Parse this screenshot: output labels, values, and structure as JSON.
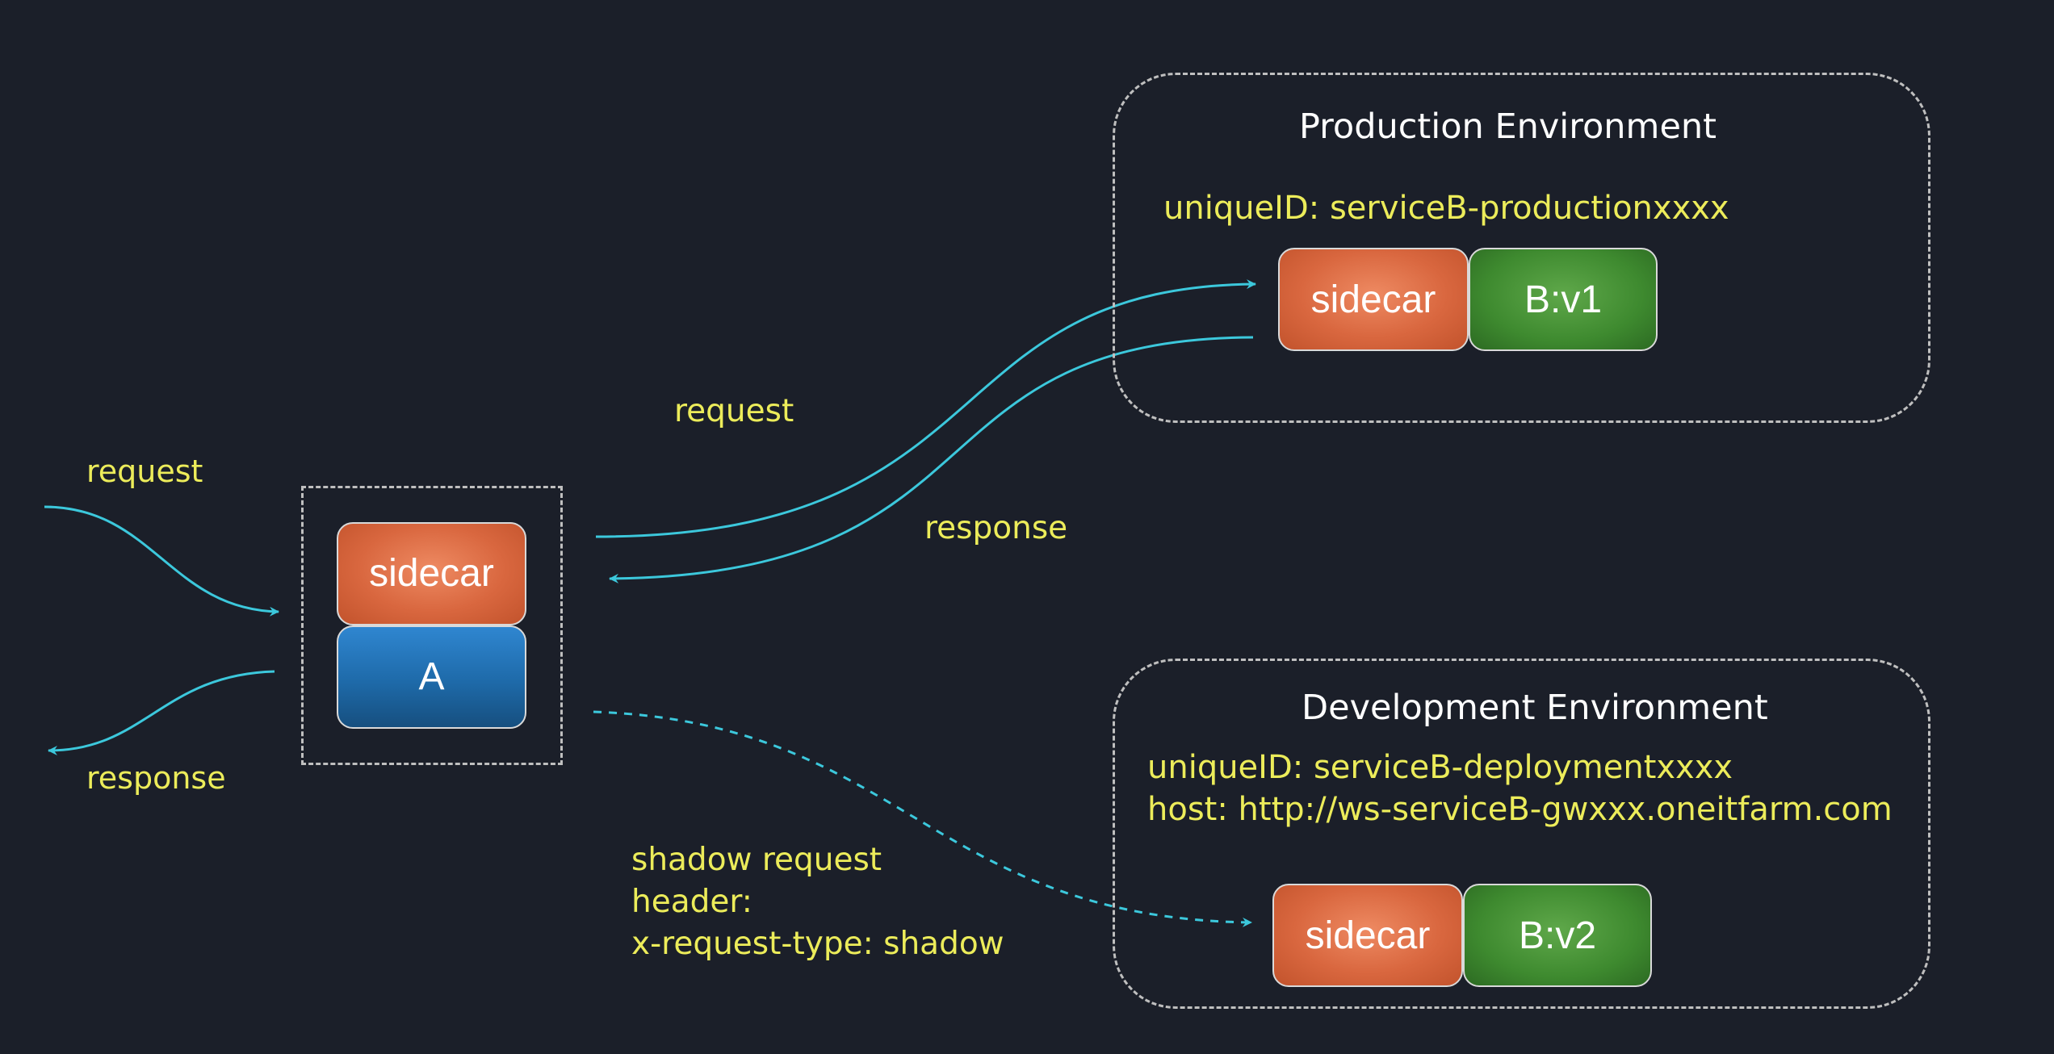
{
  "diagram": {
    "client_request_label": "request",
    "client_response_label": "response",
    "pod_a": {
      "sidecar_label": "sidecar",
      "service_label": "A"
    },
    "prod_request_label": "request",
    "prod_response_label": "response",
    "shadow_lines": [
      "shadow request",
      "header:",
      "x-request-type: shadow"
    ],
    "production": {
      "title": "Production Environment",
      "unique_id": "uniqueID: serviceB-productionxxxx",
      "sidecar_label": "sidecar",
      "service_label": "B:v1"
    },
    "development": {
      "title": "Development Environment",
      "unique_id": "uniqueID: serviceB-deploymentxxxx",
      "host": "host: http://ws-serviceB-gwxxx.oneitfarm.com",
      "sidecar_label": "sidecar",
      "service_label": "B:v2"
    }
  },
  "colors": {
    "background": "#1b1f29",
    "arrow": "#3cc8dc",
    "label": "#ecec5a",
    "sidecar": "#d9673f",
    "service_a": "#1e6aa9",
    "service_b": "#3e8a2f",
    "dashed_border": "#bfbfbf"
  }
}
